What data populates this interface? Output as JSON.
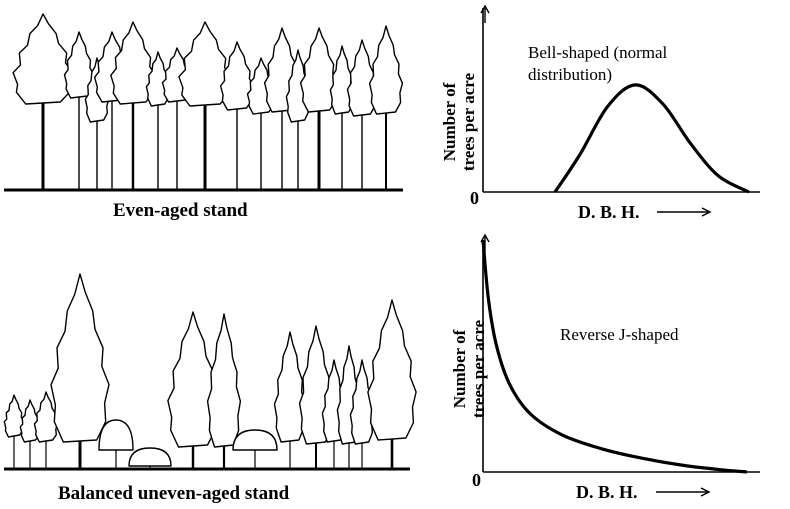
{
  "top": {
    "stand_caption": "Even-aged stand",
    "chart_note_line1": "Bell-shaped (normal",
    "chart_note_line2": "distribution)",
    "y_label_line1": "Number of",
    "y_label_line2": "trees per acre",
    "x_label": "D. B. H.",
    "origin_label": "0"
  },
  "bottom": {
    "stand_caption": "Balanced uneven-aged stand",
    "chart_note": "Reverse J-shaped",
    "y_label_line1": "Number of",
    "y_label_line2": "trees per acre",
    "x_label": "D. B. H.",
    "origin_label": "0"
  },
  "chart_data": [
    {
      "type": "line",
      "title": "",
      "xlabel": "D. B. H.",
      "ylabel": "Number of trees per acre",
      "shape": "bell",
      "series": [
        {
          "x": [
            0.26,
            0.35,
            0.45,
            0.55,
            0.65,
            0.75,
            0.85,
            0.96
          ],
          "y": [
            0.0,
            0.35,
            0.8,
            1.0,
            0.82,
            0.45,
            0.15,
            0.0
          ]
        }
      ],
      "xlim": [
        0,
        1
      ],
      "ylim": [
        0,
        1.7
      ]
    },
    {
      "type": "line",
      "title": "",
      "xlabel": "D. B. H.",
      "ylabel": "Number of trees per acre",
      "shape": "reverse-J",
      "series": [
        {
          "x": [
            0.0,
            0.02,
            0.05,
            0.1,
            0.18,
            0.3,
            0.45,
            0.6,
            0.75,
            0.9,
            1.0
          ],
          "y": [
            1.0,
            0.75,
            0.55,
            0.38,
            0.25,
            0.16,
            0.1,
            0.06,
            0.03,
            0.01,
            0.0
          ]
        }
      ],
      "xlim": [
        0,
        1.05
      ],
      "ylim": [
        0,
        1.0
      ]
    }
  ]
}
